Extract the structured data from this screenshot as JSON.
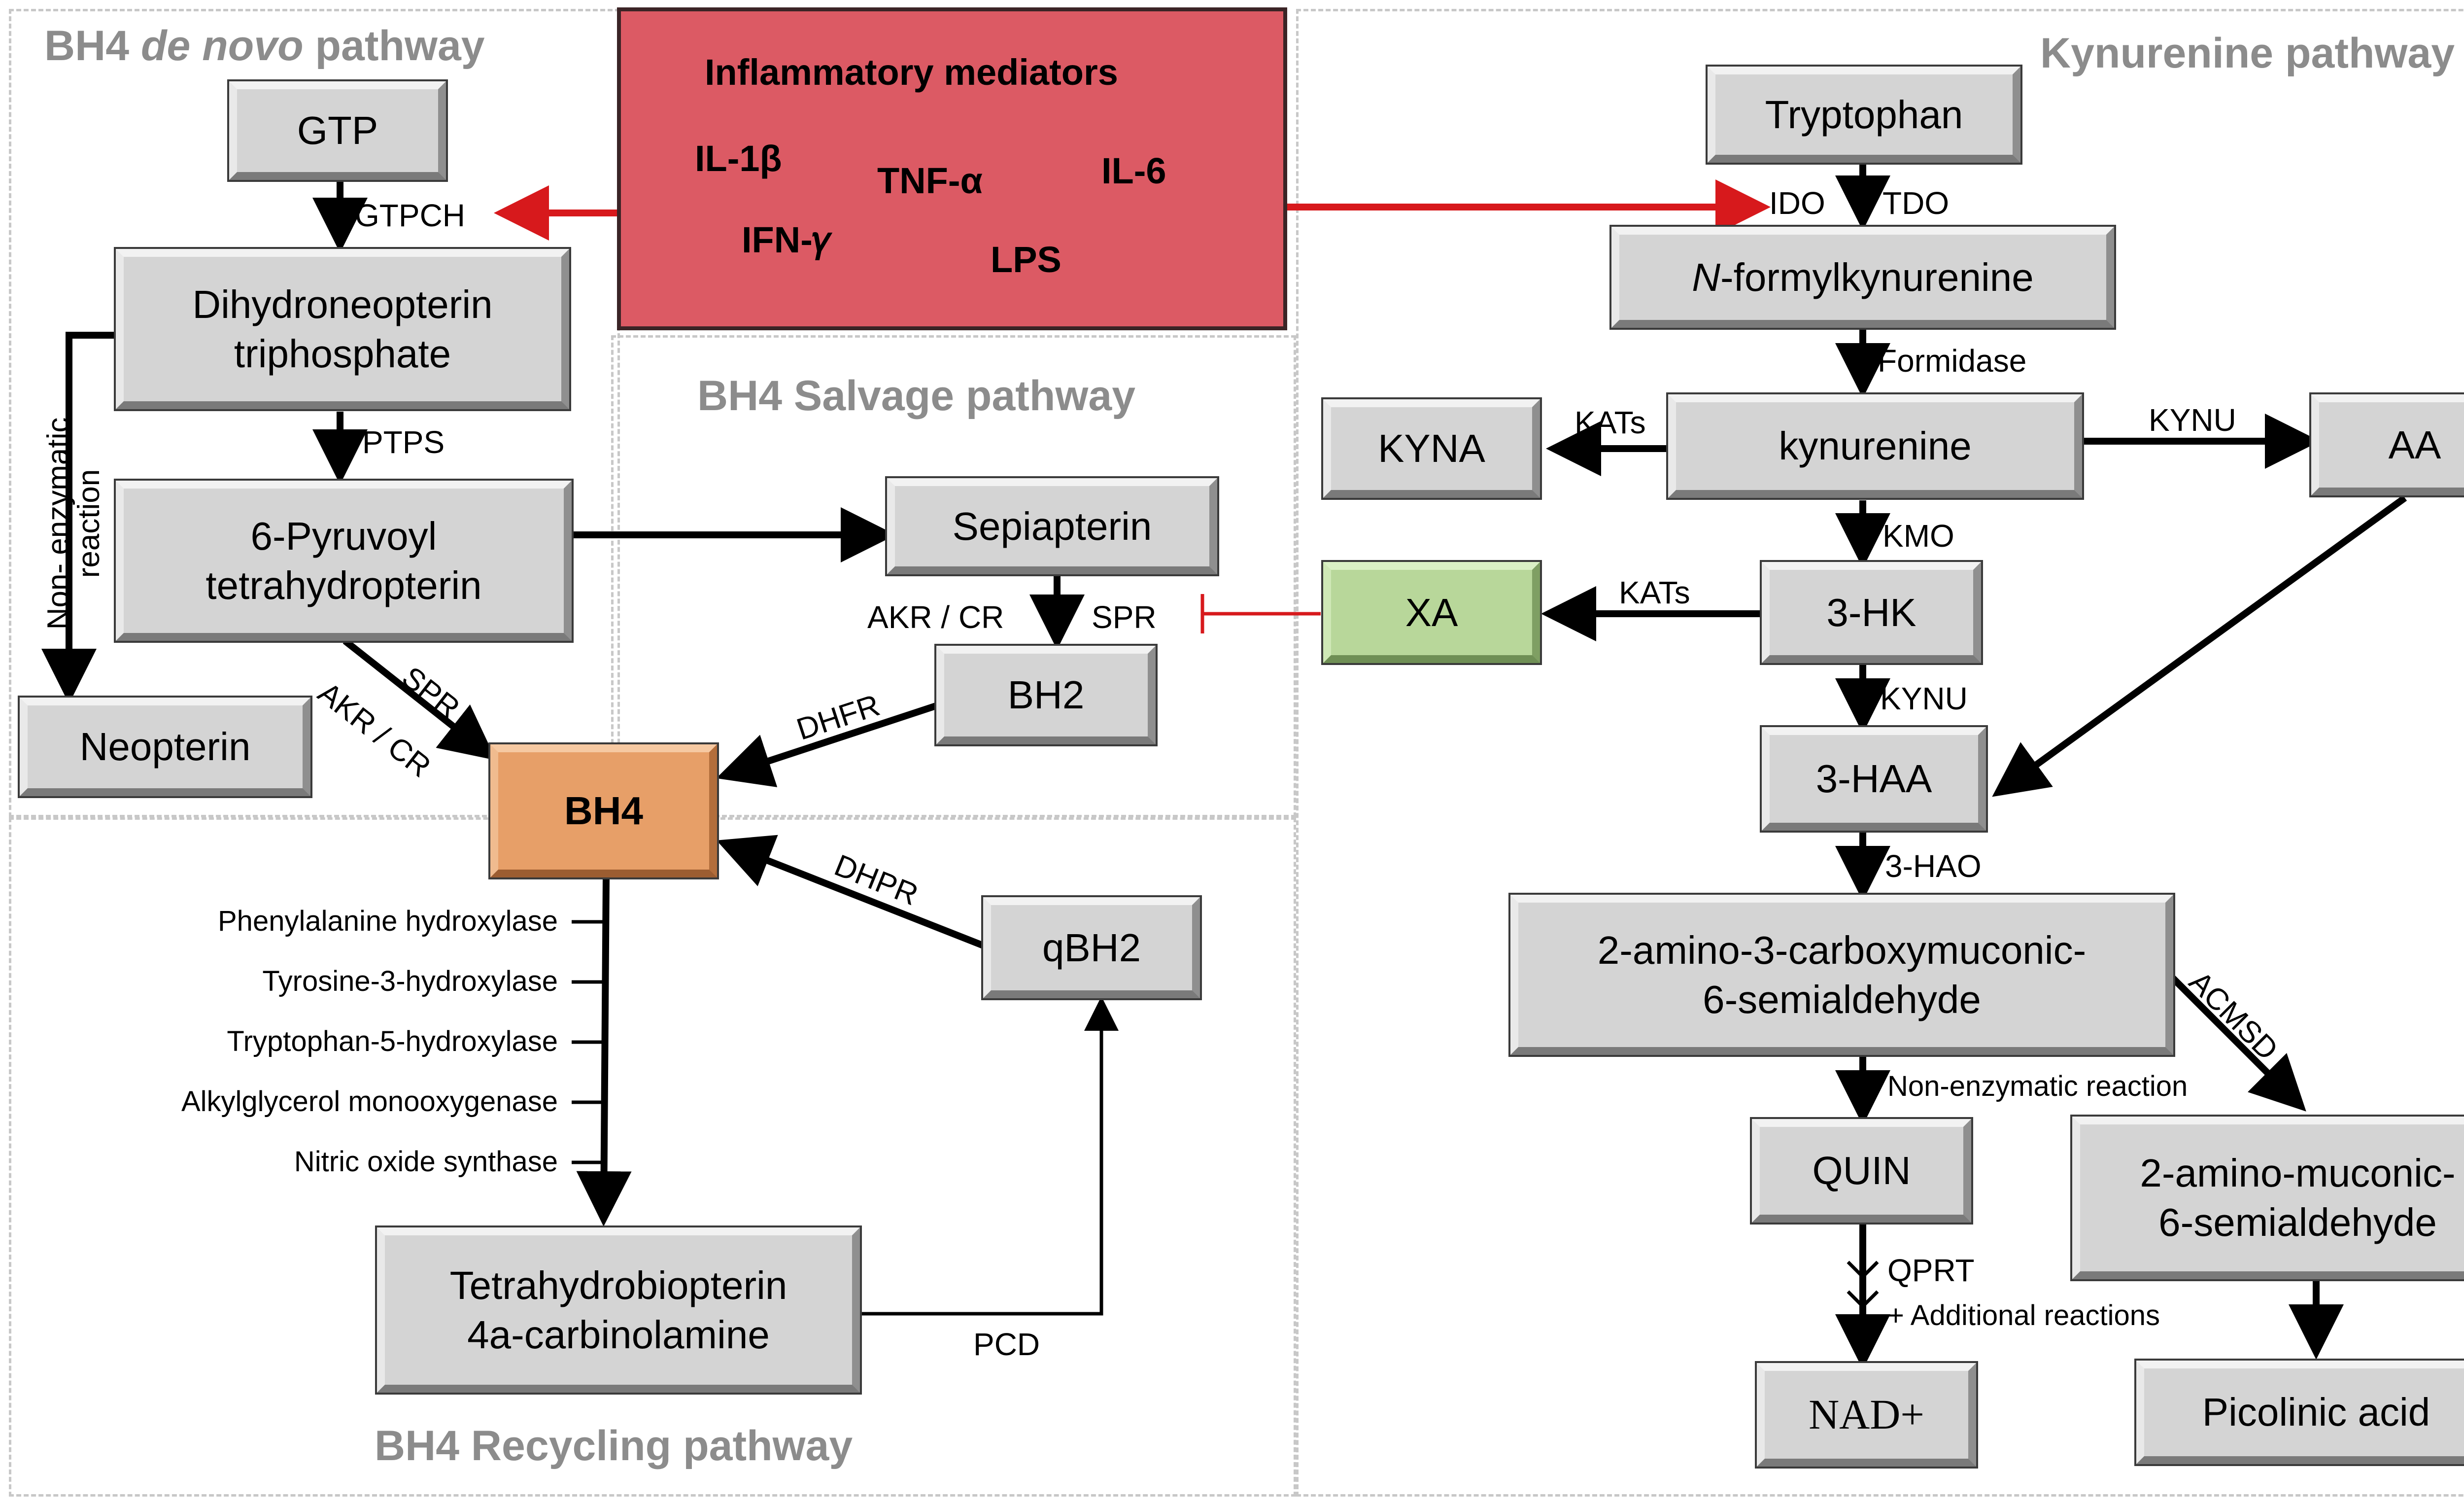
{
  "sections": {
    "de_novo_prefix": "BH4 ",
    "de_novo_italic": "de novo",
    "de_novo_suffix": " pathway",
    "salvage": "BH4 Salvage pathway",
    "recycling": "BH4 Recycling pathway",
    "kynurenine": "Kynurenine pathway"
  },
  "inflammatory": {
    "title": "Inflammatory mediators",
    "il1b": "IL-1β",
    "tnfa": "TNF-α",
    "il6": "IL-6",
    "ifng": "IFN-𝛾",
    "lps": "LPS"
  },
  "nodes": {
    "gtp": "GTP",
    "dhnp_line1": "Dihydroneopterin",
    "dhnp_line2": "triphosphate",
    "ptp_line1": "6-Pyruvoyl",
    "ptp_line2": "tetrahydropterin",
    "neopterin": "Neopterin",
    "sepiapterin": "Sepiapterin",
    "bh2": "BH2",
    "bh4": "BH4",
    "qbh2": "qBH2",
    "thb_line1": "Tetrahydrobiopterin",
    "thb_line2": "4a-carbinolamine",
    "tryptophan": "Tryptophan",
    "nfk_italic": "N",
    "nfk_rest": "-formylkynurenine",
    "kyna": "KYNA",
    "kynurenine": "kynurenine",
    "aa": "AA",
    "xa": "XA",
    "hk": "3-HK",
    "haa": "3-HAA",
    "acms_line1": "2-amino-3-carboxymuconic-",
    "acms_line2": "6-semialdehyde",
    "quin": "QUIN",
    "ams_line1": "2-amino-muconic-",
    "ams_line2": "6-semialdehyde",
    "nad": "NAD+",
    "picolinic": "Picolinic acid"
  },
  "labels": {
    "gtpch": "GTPCH",
    "ptps": "PTPS",
    "non_enzymatic_line1": "Non- enzymatic",
    "non_enzymatic_line2": "reaction",
    "spr_diag": "SPR",
    "akr_cr_diag": "AKR / CR",
    "akr_cr": "AKR / CR",
    "spr": "SPR",
    "dhfr": "DHFR",
    "dhpr": "DHPR",
    "pcd": "PCD",
    "ido": "IDO",
    "tdo": "TDO",
    "formidase": "Formidase",
    "kats_1": "KATs",
    "kynu_1": "KYNU",
    "kmo": "KMO",
    "kats_2": "KATs",
    "kynu_2": "KYNU",
    "hao": "3-HAO",
    "acmsd": "ACMSD",
    "non_enzymatic_reaction": "Non-enzymatic reaction",
    "qprt": "QPRT",
    "additional": "+ Additional reactions"
  },
  "enzymes": [
    "Phenylalanine hydroxylase",
    "Tyrosine-3-hydroxylase",
    "Tryptophan-5-hydroxylase",
    "Alkylglycerol monooxygenase",
    "Nitric oxide synthase"
  ],
  "colors": {
    "inhibition": "#d7191c",
    "activation": "#d7191c",
    "inflammatory_fill": "#dc5a64",
    "xa_fill": "#b8d79a",
    "bh4_fill": "#e79f68"
  }
}
